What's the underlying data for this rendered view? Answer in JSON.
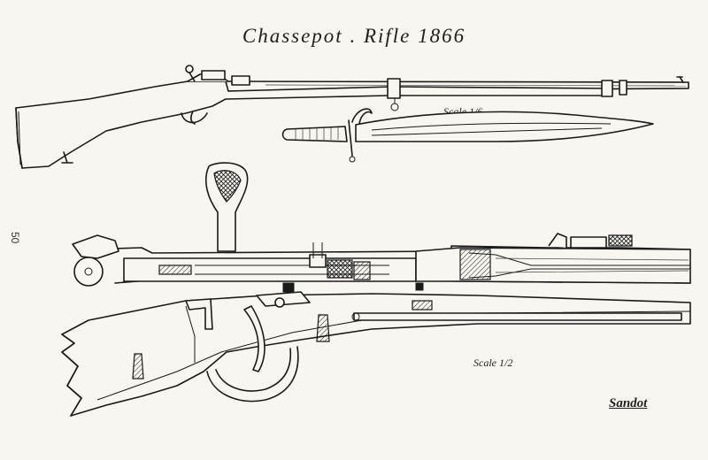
{
  "title": "Chassepot . Rifle 1866",
  "page_number": "50",
  "scale_top": "Scale 1/6",
  "scale_bottom": "Scale 1/2",
  "signature": "Sandot",
  "figures": {
    "rifle_full": "rifle-icon",
    "bayonet": "sabre-bayonet-icon",
    "breech_section": "breech-mechanism-cutaway-icon"
  }
}
